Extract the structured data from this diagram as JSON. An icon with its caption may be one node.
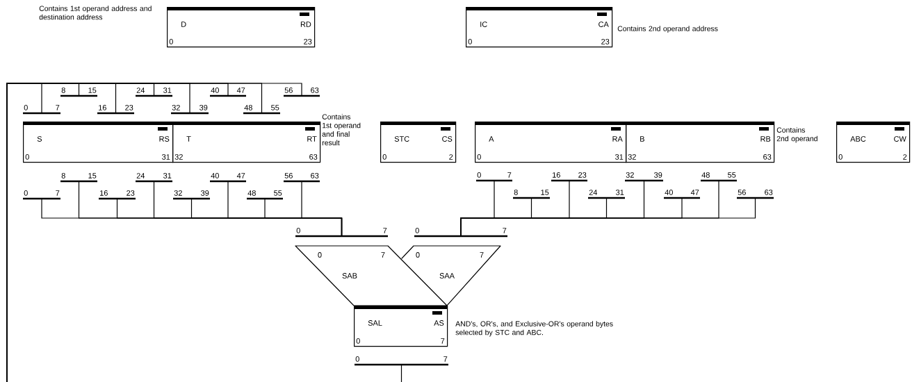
{
  "diagram": {
    "nodes": [
      {
        "text": [
          "D",
          "RD",
          "0",
          "23"
        ],
        "beside": [
          "Contains 1st operand address and destination address"
        ]
      },
      {
        "text": [
          "IC",
          "CA",
          "0",
          "23"
        ],
        "beside": [
          "Contains 2nd operand address"
        ]
      },
      {
        "text": [
          "0",
          "7"
        ]
      },
      {
        "text": [
          "8",
          "15"
        ]
      },
      {
        "text": [
          "16",
          "23"
        ]
      },
      {
        "text": [
          "24",
          "31"
        ]
      },
      {
        "text": [
          "32",
          "39"
        ]
      },
      {
        "text": [
          "40",
          "47"
        ]
      },
      {
        "text": [
          "48",
          "55"
        ]
      },
      {
        "text": [
          "56",
          "63"
        ]
      },
      {
        "text": [
          "S",
          "RS",
          "0",
          "31"
        ]
      },
      {
        "text": [
          "T",
          "RT",
          "32",
          "63"
        ],
        "beside": [
          "Contains 1st operand and final result"
        ]
      },
      {
        "text": [
          "STC",
          "CS",
          "0",
          "2"
        ]
      },
      {
        "text": [
          "A",
          "RA",
          "0",
          "31"
        ]
      },
      {
        "text": [
          "B",
          "RB",
          "32",
          "63"
        ],
        "beside": [
          "Contains 2nd operand"
        ]
      },
      {
        "text": [
          "ABC",
          "CW",
          "0",
          "2"
        ]
      },
      {
        "text": [
          "0",
          "7"
        ]
      },
      {
        "text": [
          "8",
          "15"
        ]
      },
      {
        "text": [
          "16",
          "23"
        ]
      },
      {
        "text": [
          "24",
          "31"
        ]
      },
      {
        "text": [
          "32",
          "39"
        ]
      },
      {
        "text": [
          "40",
          "47"
        ]
      },
      {
        "text": [
          "48",
          "55"
        ]
      },
      {
        "text": [
          "56",
          "63"
        ]
      },
      {
        "text": [
          "0",
          "7"
        ]
      },
      {
        "text": [
          "8",
          "15"
        ]
      },
      {
        "text": [
          "16",
          "23"
        ]
      },
      {
        "text": [
          "24",
          "31"
        ]
      },
      {
        "text": [
          "32",
          "39"
        ]
      },
      {
        "text": [
          "40",
          "47"
        ]
      },
      {
        "text": [
          "48",
          "55"
        ]
      },
      {
        "text": [
          "56",
          "63"
        ]
      },
      {
        "text": [
          "0",
          "7"
        ]
      },
      {
        "text": [
          "0",
          "7"
        ]
      },
      {
        "text": [
          "SAB",
          "0",
          "7"
        ]
      },
      {
        "text": [
          "SAA",
          "0",
          "7"
        ]
      },
      {
        "text": [
          "SAL",
          "AS",
          "0",
          "7"
        ],
        "beside": [
          "AND's, OR's, and Exclusive-OR's operand bytes selected by STC and ABC."
        ]
      },
      {
        "text": [
          "0",
          "7"
        ]
      }
    ],
    "edges": [
      {
        "from": 16,
        "to": 32,
        "arrow": "none"
      },
      {
        "from": 17,
        "to": 32,
        "arrow": "none"
      },
      {
        "from": 18,
        "to": 32,
        "arrow": "none"
      },
      {
        "from": 19,
        "to": 32,
        "arrow": "none"
      },
      {
        "from": 20,
        "to": 32,
        "arrow": "none"
      },
      {
        "from": 21,
        "to": 32,
        "arrow": "none"
      },
      {
        "from": 22,
        "to": 32,
        "arrow": "none"
      },
      {
        "from": 23,
        "to": 32,
        "arrow": "none"
      },
      {
        "from": 24,
        "to": 33,
        "arrow": "none"
      },
      {
        "from": 25,
        "to": 33,
        "arrow": "none"
      },
      {
        "from": 26,
        "to": 33,
        "arrow": "none"
      },
      {
        "from": 27,
        "to": 33,
        "arrow": "none"
      },
      {
        "from": 28,
        "to": 33,
        "arrow": "none"
      },
      {
        "from": 29,
        "to": 33,
        "arrow": "none"
      },
      {
        "from": 30,
        "to": 33,
        "arrow": "none"
      },
      {
        "from": 31,
        "to": 33,
        "arrow": "none"
      },
      {
        "from": 37,
        "to": null,
        "arrow": "none"
      },
      {
        "from": null,
        "to": 2,
        "arrow": "none"
      },
      {
        "from": null,
        "to": 3,
        "arrow": "none"
      },
      {
        "from": null,
        "to": 4,
        "arrow": "none"
      },
      {
        "from": null,
        "to": 5,
        "arrow": "none"
      },
      {
        "from": null,
        "to": 6,
        "arrow": "none"
      },
      {
        "from": null,
        "to": 7,
        "arrow": "none"
      },
      {
        "from": null,
        "to": 8,
        "arrow": "none"
      },
      {
        "from": null,
        "to": 9,
        "arrow": "none"
      }
    ]
  }
}
